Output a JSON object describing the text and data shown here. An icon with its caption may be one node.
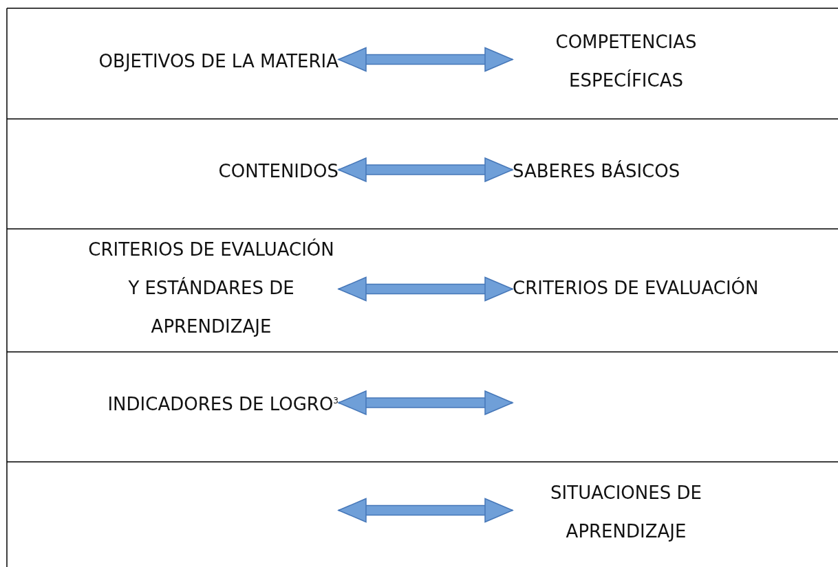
{
  "diagram": {
    "nodes": [
      {
        "text": [
          "OBJETIVOS DE LA MATERIA"
        ]
      },
      {
        "text": [
          "COMPETENCIAS ESPECÍFICAS"
        ]
      },
      {
        "text": [
          "CONTENIDOS"
        ]
      },
      {
        "text": [
          "SABERES BÁSICOS"
        ]
      },
      {
        "text": [
          "CRITERIOS DE EVALUACIÓN Y ESTÁNDARES DE APRENDIZAJE"
        ]
      },
      {
        "text": [
          "CRITERIOS DE EVALUACIÓN"
        ]
      },
      {
        "text": [
          "INDICADORES DE LOGRO$^{3}$"
        ]
      },
      {
        "text": [
          "SITUACIONES DE APRENDIZAJE"
        ]
      }
    ],
    "edges": [
      {
        "from": 0,
        "to": 1,
        "arrow": "both"
      },
      {
        "from": 2,
        "to": 3,
        "arrow": "both"
      },
      {
        "from": 4,
        "to": 5,
        "arrow": "both"
      },
      {
        "from": 6,
        "to": null,
        "arrow": "both"
      },
      {
        "from": null,
        "to": 7,
        "arrow": "both"
      }
    ]
  }
}
